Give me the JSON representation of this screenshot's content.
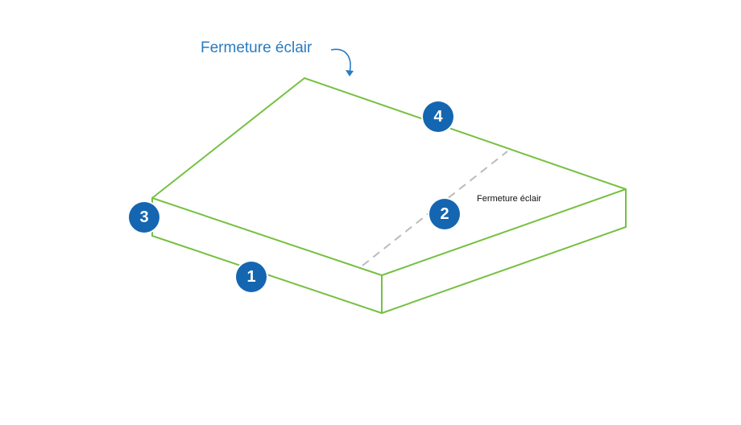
{
  "colors": {
    "outline": "#76c043",
    "zipper_dash": "#bbbbbb",
    "badge_fill": "#1566b0",
    "badge_text": "#ffffff",
    "caption_blue": "#2a7bbf",
    "caption_dark": "#111111"
  },
  "captions": {
    "top": "Fermeture éclair",
    "middle": "Fermeture éclair"
  },
  "badges": {
    "b1": "1",
    "b2": "2",
    "b3": "3",
    "b4": "4"
  },
  "icons": {
    "arrow": "curved-arrow-down-icon"
  }
}
